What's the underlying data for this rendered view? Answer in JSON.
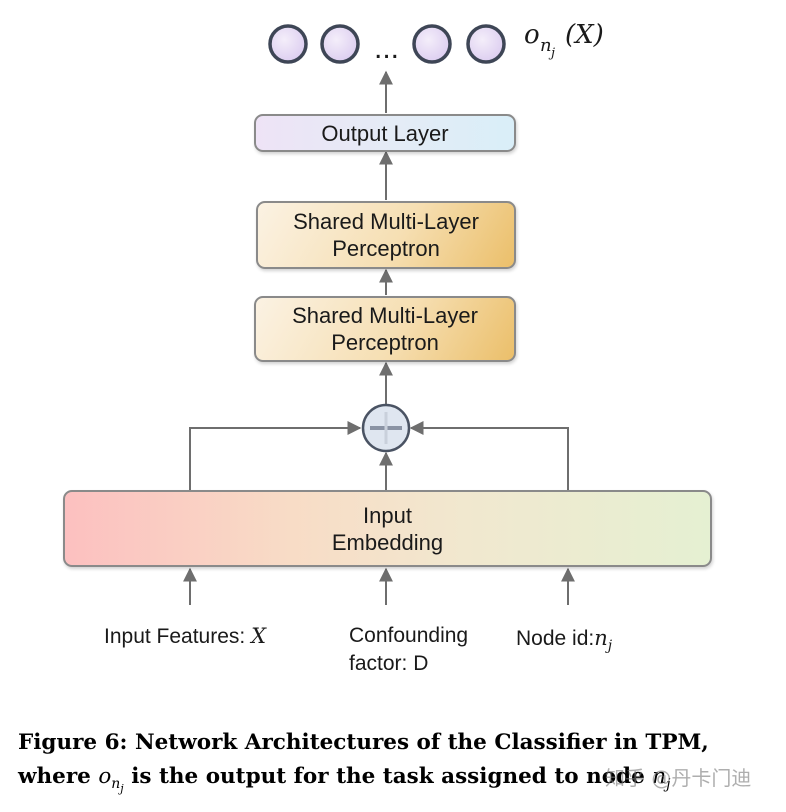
{
  "diagram": {
    "output_nodes_ellipsis": "...",
    "output_label": "o_{n_j}(X)",
    "output_label_main": "o",
    "output_label_sub": "n",
    "output_label_subsub": "j",
    "output_label_arg": "(X)",
    "boxes": {
      "output_layer": "Output Layer",
      "mlp_top_line1": "Shared Multi-Layer",
      "mlp_top_line2": "Perceptron",
      "mlp_bottom_line1": "Shared Multi-Layer",
      "mlp_bottom_line2": "Perceptron",
      "input_embedding_line1": "Input",
      "input_embedding_line2": "Embedding"
    },
    "combine_operator": "⊕",
    "inputs": {
      "features_text": "Input Features: ",
      "features_var": "X",
      "confounding_line1": "Confounding",
      "confounding_line2": "factor: D",
      "node_text": "Node id:",
      "node_var": "n",
      "node_sub": "j"
    },
    "colors": {
      "node_fill": "#e8dcf4",
      "arrow": "#6e6e6e",
      "box_border": "#8a8a8a"
    }
  },
  "caption": {
    "line1": "Figure 6: Network Architectures of the Classifier in TPM,",
    "line2_prefix": "where ",
    "line2_var": "o",
    "line2_sub": "n",
    "line2_subsub": "j",
    "line2_suffix": " is the output for the task assigned to node ",
    "line2_end_var": "n",
    "line2_end_sub": "j"
  },
  "watermark": "知乎 @丹卡门迪"
}
